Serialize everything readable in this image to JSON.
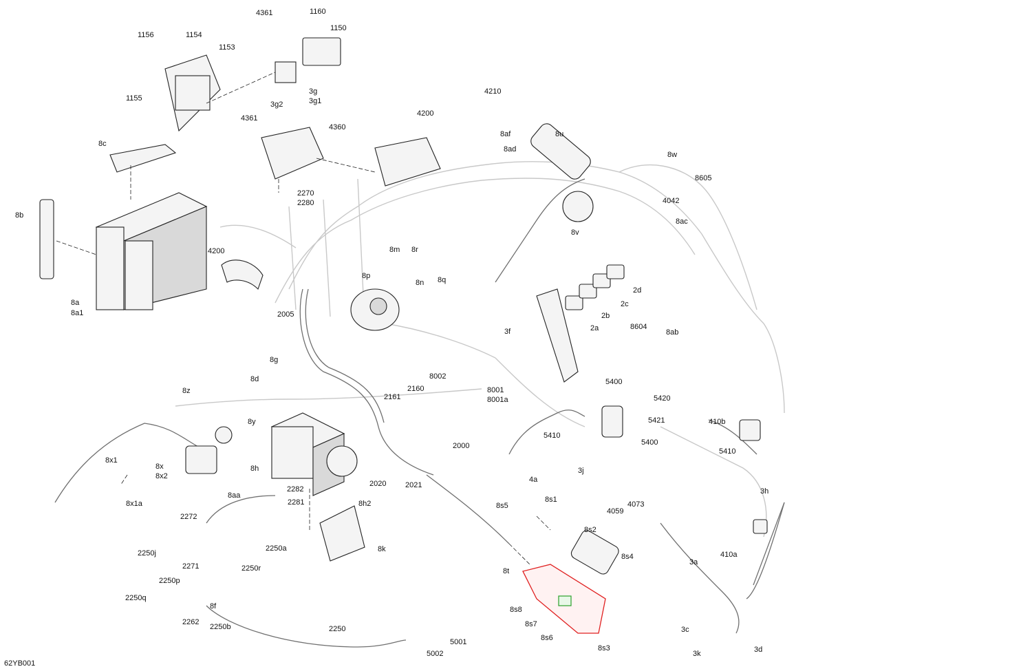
{
  "diagram": {
    "code": "62YB001",
    "labels": [
      "4361",
      "1160",
      "1150",
      "1156",
      "1154",
      "1153",
      "1155",
      "3g",
      "3g1",
      "3g2",
      "4210",
      "4200",
      "8af",
      "8ad",
      "8u",
      "8c",
      "4361",
      "4360",
      "2270",
      "2280",
      "8w",
      "8605",
      "4042",
      "8ac",
      "8v",
      "8b",
      "8a",
      "8a1",
      "4200",
      "8m",
      "8r",
      "8p",
      "8n",
      "8q",
      "2d",
      "2c",
      "2b",
      "2a",
      "8604",
      "8ab",
      "3f",
      "2005",
      "8g",
      "8d",
      "8002",
      "5400",
      "8001",
      "8001a",
      "8z",
      "2161",
      "2160",
      "8y",
      "5420",
      "5421",
      "410b",
      "5410",
      "5400",
      "5410",
      "2000",
      "8x1",
      "8x",
      "8x2",
      "8h",
      "3j",
      "4a",
      "8aa",
      "2282",
      "2281",
      "8h2",
      "2020",
      "2021",
      "8x1a",
      "2272",
      "2250a",
      "2250j",
      "2271",
      "2250r",
      "8s1",
      "8s5",
      "4073",
      "4059",
      "3h",
      "8s2",
      "8s4",
      "410a",
      "3a",
      "8k",
      "2250p",
      "2250q",
      "8f",
      "2262",
      "2250b",
      "8t",
      "8s8",
      "8s7",
      "8s6",
      "8s3",
      "2250",
      "5001",
      "5002",
      "3c",
      "3d",
      "3k"
    ]
  }
}
